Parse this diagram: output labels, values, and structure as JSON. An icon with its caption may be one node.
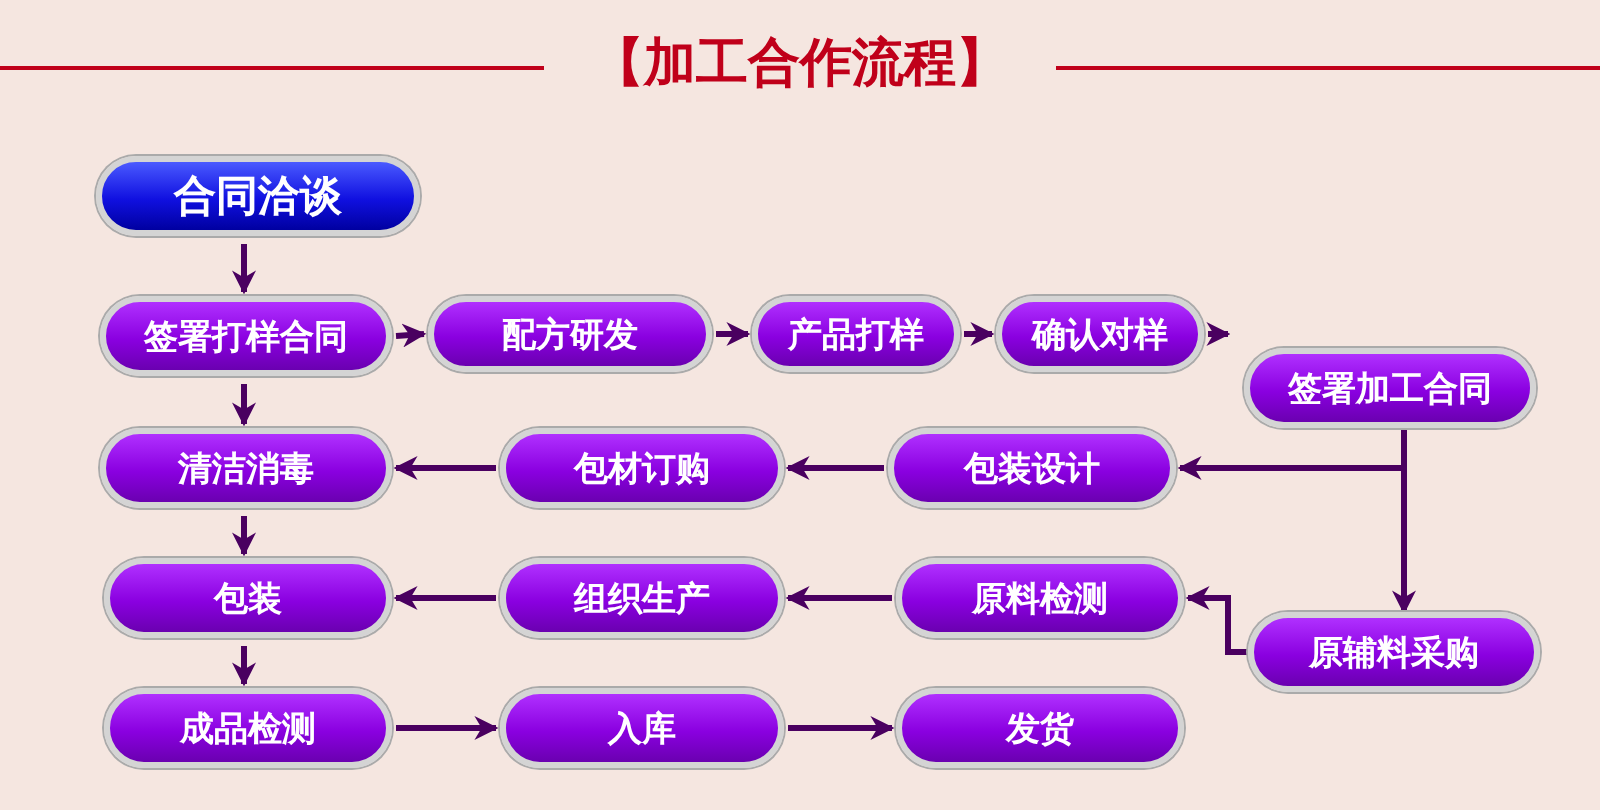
{
  "diagram": {
    "title": "【加工合作流程】",
    "nodes": [
      {
        "text": [
          "合同洽谈"
        ]
      },
      {
        "text": [
          "签署打样合同"
        ]
      },
      {
        "text": [
          "配方研发"
        ]
      },
      {
        "text": [
          "产品打样"
        ]
      },
      {
        "text": [
          "确认对样"
        ]
      },
      {
        "text": [
          "签署加工合同"
        ]
      },
      {
        "text": [
          "清洁消毒"
        ]
      },
      {
        "text": [
          "包材订购"
        ]
      },
      {
        "text": [
          "包装设计"
        ]
      },
      {
        "text": [
          "包装"
        ]
      },
      {
        "text": [
          "组织生产"
        ]
      },
      {
        "text": [
          "原料检测"
        ]
      },
      {
        "text": [
          "原辅料采购"
        ]
      },
      {
        "text": [
          "成品检测"
        ]
      },
      {
        "text": [
          "入库"
        ]
      },
      {
        "text": [
          "发货"
        ]
      }
    ],
    "edges": [
      {
        "from": 0,
        "to": 1,
        "arrow": "to"
      },
      {
        "from": 1,
        "to": 2,
        "arrow": "to"
      },
      {
        "from": 2,
        "to": 3,
        "arrow": "to"
      },
      {
        "from": 3,
        "to": 4,
        "arrow": "to"
      },
      {
        "from": 4,
        "to": 5,
        "arrow": "to"
      },
      {
        "from": 5,
        "to": 8,
        "arrow": "to"
      },
      {
        "from": 5,
        "to": 12,
        "arrow": "to"
      },
      {
        "from": 8,
        "to": 7,
        "arrow": "to"
      },
      {
        "from": 7,
        "to": 6,
        "arrow": "to"
      },
      {
        "from": 1,
        "to": 6,
        "arrow": "to"
      },
      {
        "from": 6,
        "to": 9,
        "arrow": "to"
      },
      {
        "from": 12,
        "to": 11,
        "arrow": "to"
      },
      {
        "from": 11,
        "to": 10,
        "arrow": "to"
      },
      {
        "from": 10,
        "to": 9,
        "arrow": "to"
      },
      {
        "from": 9,
        "to": 13,
        "arrow": "to"
      },
      {
        "from": 13,
        "to": 14,
        "arrow": "to"
      },
      {
        "from": 14,
        "to": 15,
        "arrow": "to"
      }
    ]
  }
}
